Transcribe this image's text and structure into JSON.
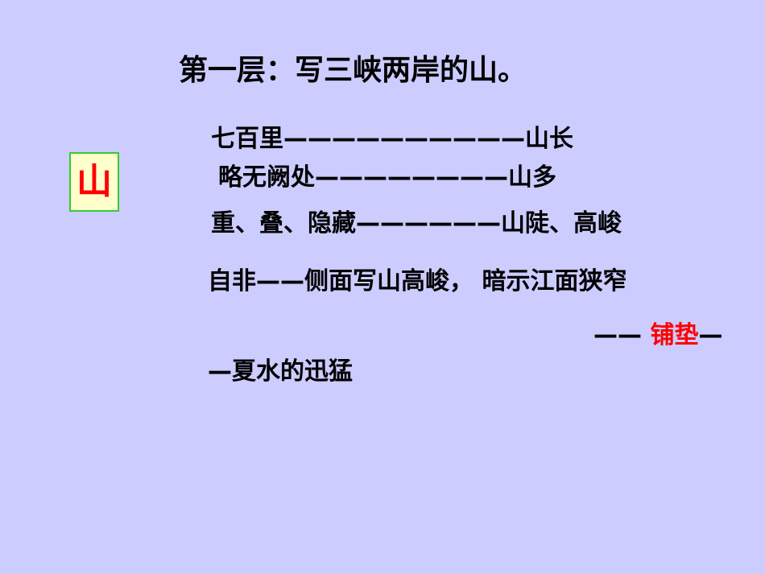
{
  "title": "第一层：写三峡两岸的山。",
  "badge": {
    "char": "山",
    "text_color": "#ff0000",
    "box_fill": "#ffffcc",
    "box_border": "#33cc33"
  },
  "lines": [
    "七百里——————————山长",
    "略无阙处————————山多",
    "重、叠、隐藏——————山陡、高峻",
    "自非——侧面写山高峻， 暗示江面狭窄"
  ],
  "conclusion": {
    "lead": "—— ",
    "highlight": "铺垫",
    "tail": "—",
    "continuation": "—夏水的迅猛"
  },
  "colors": {
    "background": "#ccccff",
    "text": "#000000",
    "accent": "#ff0000"
  }
}
